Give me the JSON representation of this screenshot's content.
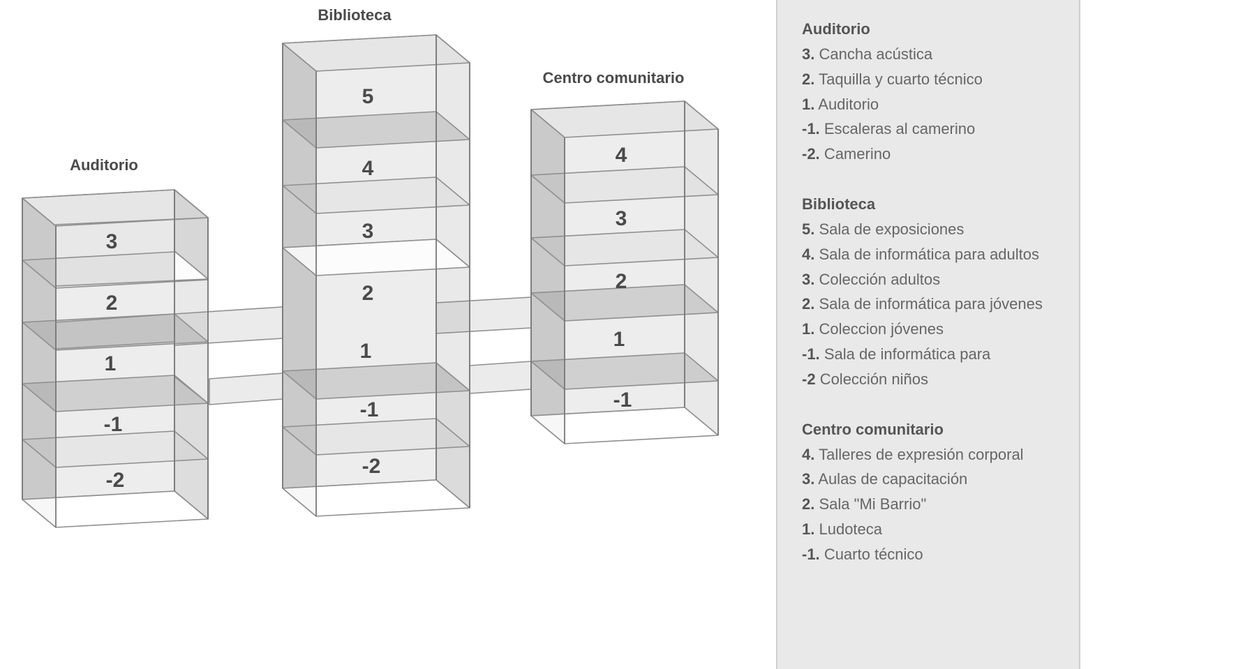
{
  "colors": {
    "frame": "#8f8f8f",
    "frame_dark": "#7a7a7a",
    "fill": "#9a9a9a",
    "text": "#4a4a4a",
    "legend_bg": "#e9e9e9"
  },
  "buildings": [
    {
      "id": "auditorio",
      "title": "Auditorio",
      "floors": [
        "3",
        "2",
        "1",
        "-1",
        "-2"
      ]
    },
    {
      "id": "biblioteca",
      "title": "Biblioteca",
      "floors": [
        "5",
        "4",
        "3",
        "2",
        "1",
        "-1",
        "-2"
      ]
    },
    {
      "id": "centro",
      "title": "Centro comunitario",
      "floors": [
        "4",
        "3",
        "2",
        "1",
        "-1"
      ]
    }
  ],
  "legend": [
    {
      "title": "Auditorio",
      "items": [
        {
          "level": "3.",
          "text": "Cancha acústica"
        },
        {
          "level": "2.",
          "text": "Taquilla y cuarto técnico"
        },
        {
          "level": "1.",
          "text": "Auditorio"
        },
        {
          "level": "-1.",
          "text": "Escaleras al camerino"
        },
        {
          "level": "-2.",
          "text": "Camerino"
        }
      ]
    },
    {
      "title": "Biblioteca",
      "items": [
        {
          "level": "5.",
          "text": "Sala de exposiciones"
        },
        {
          "level": "4.",
          "text": "Sala de informática para adultos"
        },
        {
          "level": "3.",
          "text": "Colección adultos"
        },
        {
          "level": "2.",
          "text": "Sala de informática para jóvenes"
        },
        {
          "level": "1.",
          "text": "Coleccion jóvenes"
        },
        {
          "level": "-1.",
          "text": "Sala de informática para"
        },
        {
          "level": "-2",
          "text": "Colección niños"
        }
      ]
    },
    {
      "title": "Centro comunitario",
      "items": [
        {
          "level": "4.",
          "text": "Talleres de expresión corporal"
        },
        {
          "level": "3.",
          "text": "Aulas de capacitación"
        },
        {
          "level": "2.",
          "text": "Sala \"Mi Barrio\""
        },
        {
          "level": "1.",
          "text": "Ludoteca"
        },
        {
          "level": "-1.",
          "text": "Cuarto técnico"
        }
      ]
    }
  ]
}
